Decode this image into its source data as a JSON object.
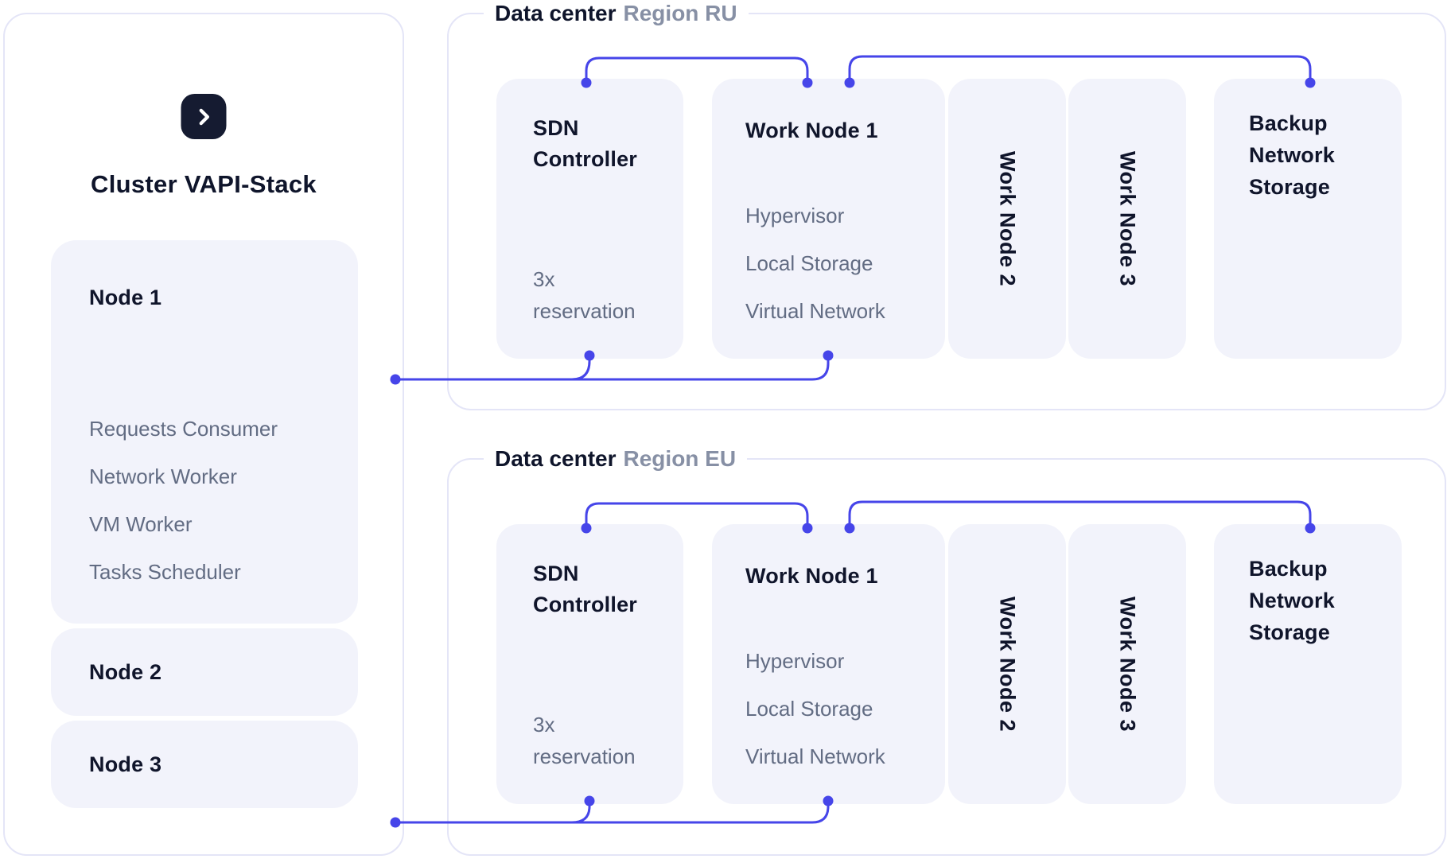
{
  "colors": {
    "accent_indigo": "#4645E9",
    "navy_text": "#10152B",
    "muted_text": "#626C83",
    "region_name_text": "#8790A5",
    "box_fill": "#F2F3FB",
    "border": "#E4E5F7",
    "icon_bg": "#151B31"
  },
  "cluster": {
    "title": "Cluster VAPI-Stack",
    "icon": "chevron-right-icon",
    "nodes": [
      {
        "label": "Node 1",
        "items": [
          "Requests Consumer",
          "Network Worker",
          "VM Worker",
          "Tasks Scheduler"
        ]
      },
      {
        "label": "Node 2",
        "items": []
      },
      {
        "label": "Node 3",
        "items": []
      }
    ]
  },
  "regions": [
    {
      "label_prefix": "Data center",
      "label_name": "Region RU",
      "sdn": {
        "title": "SDN Controller",
        "note": "3x reservation"
      },
      "work_node_1": {
        "title": "Work Node 1",
        "items": [
          "Hypervisor",
          "Local Storage",
          "Virtual Network"
        ]
      },
      "work_node_2": {
        "title": "Work Node 2"
      },
      "work_node_3": {
        "title": "Work Node 3"
      },
      "backup": {
        "title": "Backup Network Storage"
      }
    },
    {
      "label_prefix": "Data center",
      "label_name": "Region EU",
      "sdn": {
        "title": "SDN Controller",
        "note": "3x reservation"
      },
      "work_node_1": {
        "title": "Work Node 1",
        "items": [
          "Hypervisor",
          "Local Storage",
          "Virtual Network"
        ]
      },
      "work_node_2": {
        "title": "Work Node 2"
      },
      "work_node_3": {
        "title": "Work Node 3"
      },
      "backup": {
        "title": "Backup Network Storage"
      }
    }
  ]
}
